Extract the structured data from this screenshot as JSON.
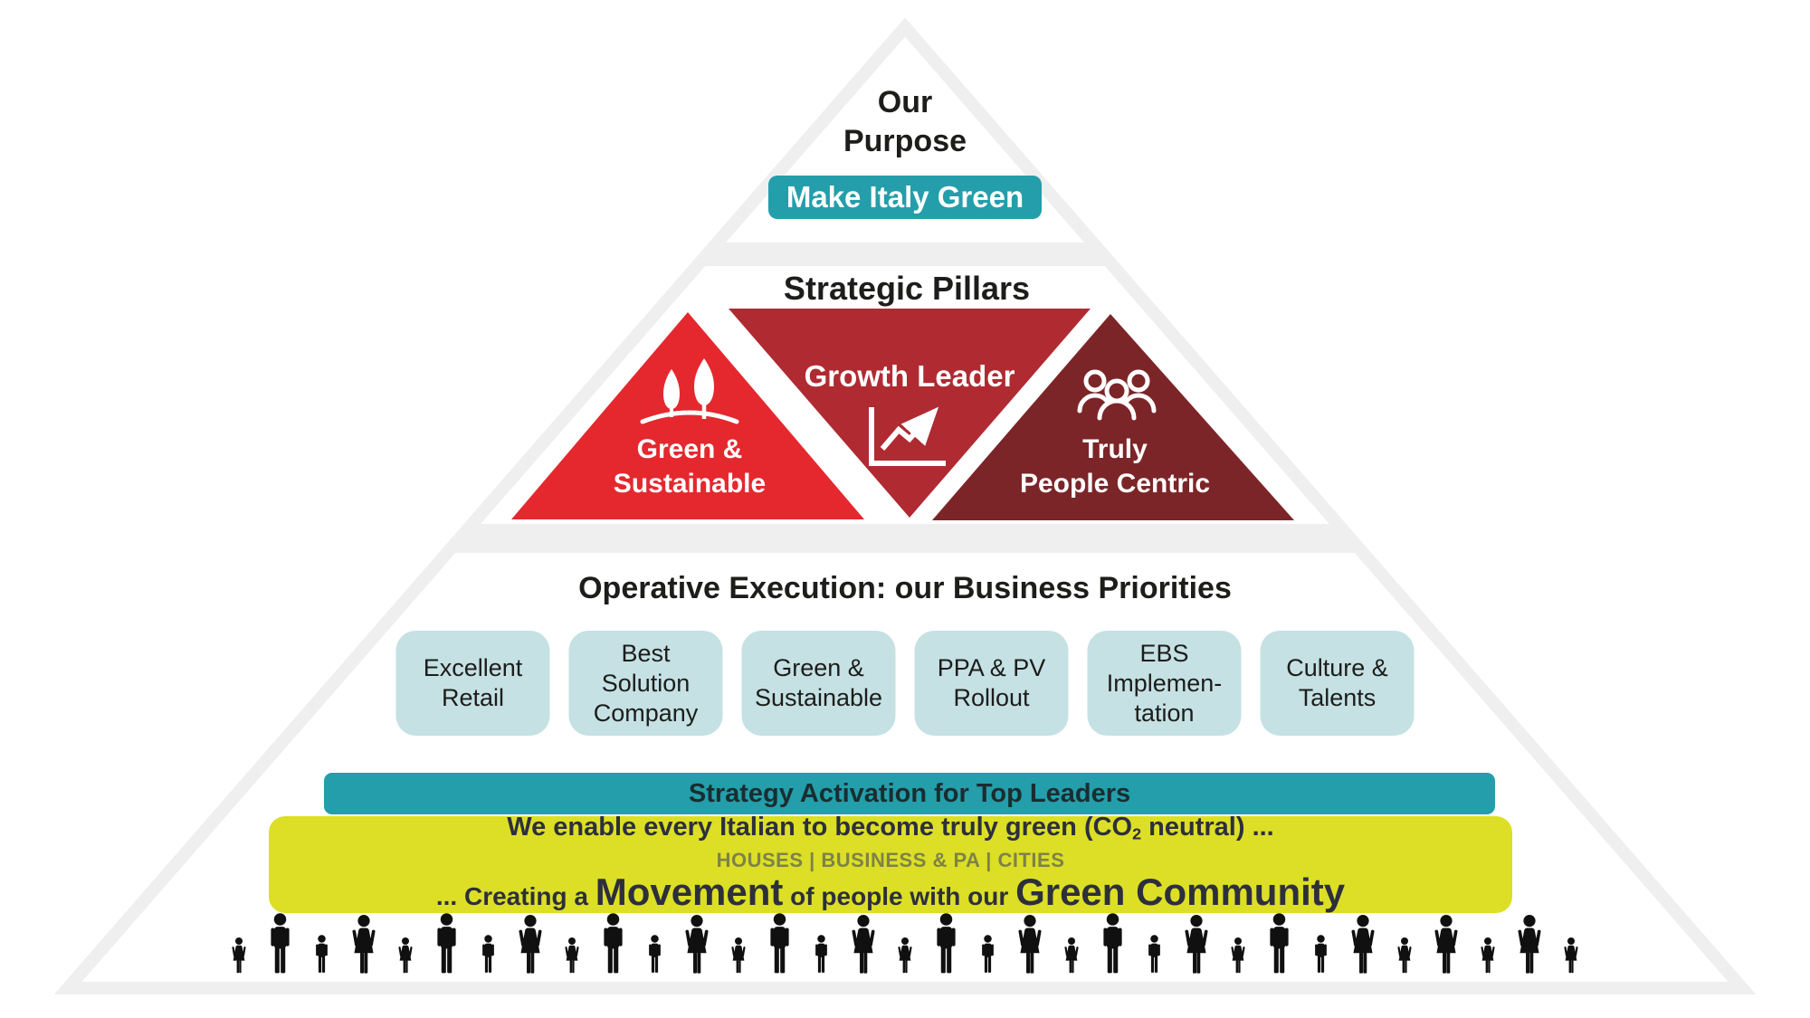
{
  "purpose": {
    "heading_lines": [
      "Our",
      "Purpose"
    ],
    "badge": "Make Italy Green"
  },
  "pillars": {
    "heading": "Strategic Pillars",
    "items": [
      {
        "name": "Green & Sustainable",
        "label_lines": [
          "Green &",
          "Sustainable"
        ],
        "icon": "trees-icon",
        "color": "#E5282E"
      },
      {
        "name": "Growth Leader",
        "label_lines": [
          "Growth Leader"
        ],
        "icon": "growth-chart-icon",
        "color": "#B02A32"
      },
      {
        "name": "Truly People Centric",
        "label_lines": [
          "Truly",
          "People Centric"
        ],
        "icon": "people-group-icon",
        "color": "#7C2528"
      }
    ]
  },
  "execution": {
    "heading": "Operative Execution: our Business Priorities",
    "boxes": [
      {
        "name": "Excellent Retail",
        "lines": [
          "Excellent",
          "Retail"
        ]
      },
      {
        "name": "Best Solution Company",
        "lines": [
          "Best",
          "Solution",
          "Company"
        ]
      },
      {
        "name": "Green & Sustainable",
        "lines": [
          "Green &",
          "Sustainable"
        ]
      },
      {
        "name": "PPA & PV Rollout",
        "lines": [
          "PPA & PV",
          "Rollout"
        ]
      },
      {
        "name": "EBS Implementation",
        "lines": [
          "EBS",
          "Implemen-",
          "tation"
        ]
      },
      {
        "name": "Culture & Talents",
        "lines": [
          "Culture &",
          "Talents"
        ]
      }
    ]
  },
  "activation_bar": {
    "label": "Strategy Activation for Top Leaders"
  },
  "community_bar": {
    "line1_prefix": "We enable every Italian to become truly green (CO",
    "line1_sub": "2",
    "line1_suffix": " neutral) ...",
    "line2": "HOUSES | BUSINESS & PA | CITIES",
    "line3_parts": [
      {
        "text": "... Creating a ",
        "emphasis": false
      },
      {
        "text": "Movement",
        "emphasis": true
      },
      {
        "text": " of people with our ",
        "emphasis": false
      },
      {
        "text": "Green Community",
        "emphasis": true
      }
    ]
  },
  "people_row": {
    "pattern": [
      "girl",
      "man",
      "boy",
      "woman",
      "girl",
      "man",
      "boy",
      "woman",
      "girl",
      "man",
      "boy",
      "woman",
      "girl",
      "man",
      "boy",
      "woman",
      "girl",
      "man",
      "boy",
      "woman",
      "girl",
      "man",
      "boy",
      "woman",
      "girl",
      "man",
      "boy",
      "woman",
      "girl",
      "woman",
      "girl",
      "woman",
      "girl"
    ]
  },
  "colors": {
    "teal": "#239EAA",
    "red_bright": "#E5282E",
    "red_mid": "#B02A32",
    "red_dark": "#7C2528",
    "yellow": "#DCDF25",
    "box_teal_light": "#C5E1E4",
    "pyramid_gray": "#EFEFEF",
    "text_dark": "#1D1D1B",
    "olive_text": "#7E8248",
    "white": "#FFFFFF"
  }
}
